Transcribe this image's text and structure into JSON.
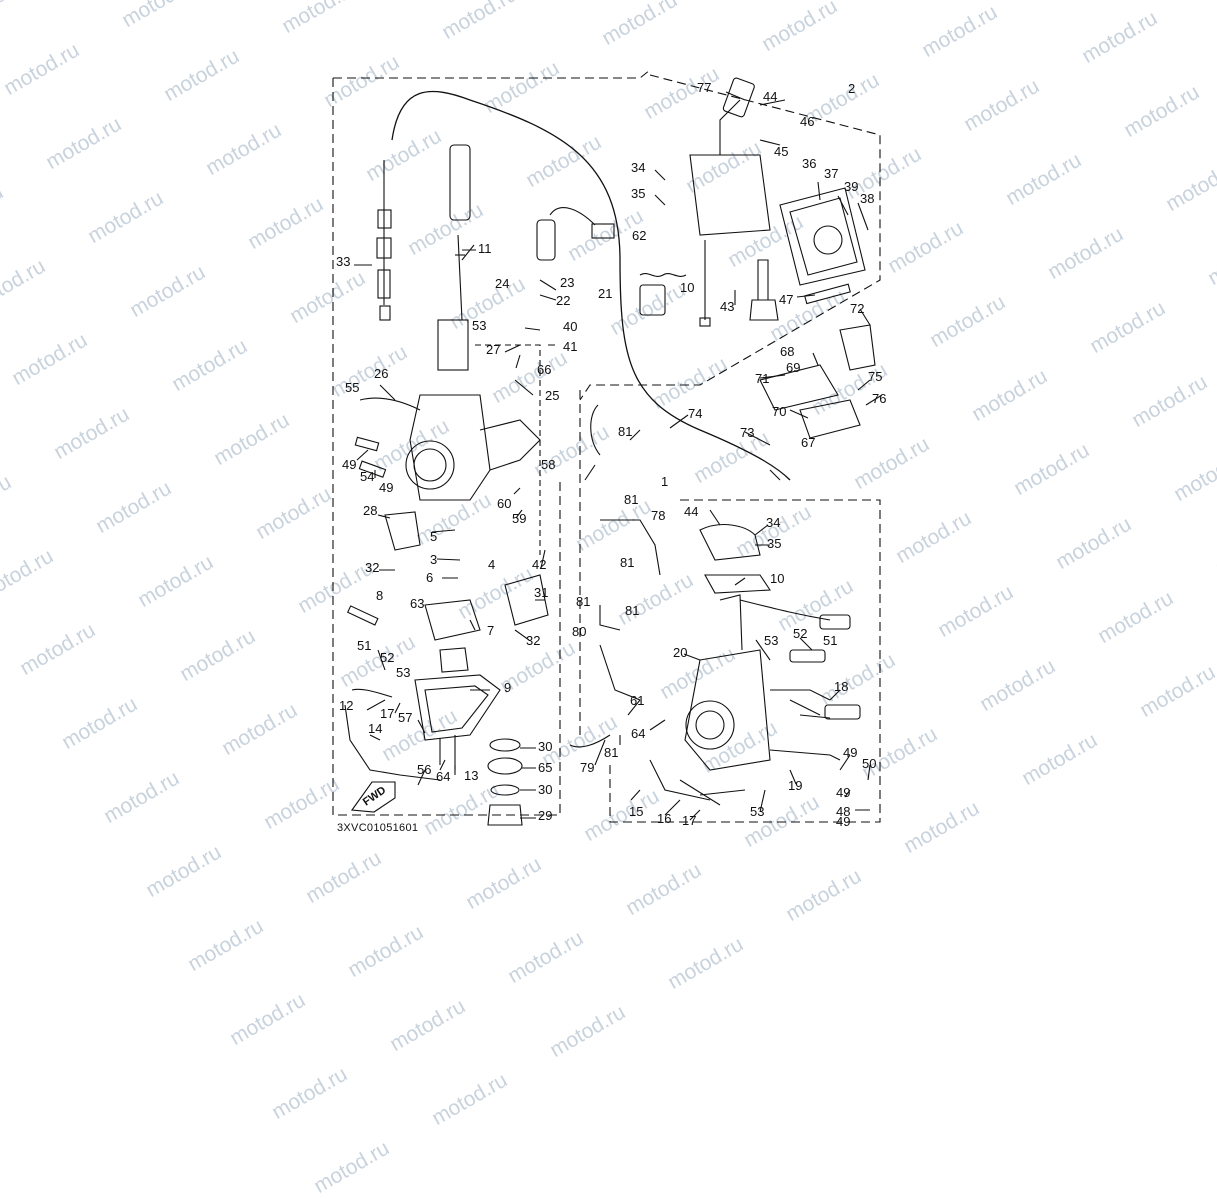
{
  "watermark": {
    "text": "motod.ru",
    "color": "#c9d3dd"
  },
  "diagram": {
    "code": "3XVC01051601",
    "fwd_label": "FWD",
    "callouts": [
      {
        "label": "77"
      },
      {
        "label": "44"
      },
      {
        "label": "2"
      },
      {
        "label": "46"
      },
      {
        "label": "45"
      },
      {
        "label": "34"
      },
      {
        "label": "36"
      },
      {
        "label": "37"
      },
      {
        "label": "39"
      },
      {
        "label": "35"
      },
      {
        "label": "38"
      },
      {
        "label": "11"
      },
      {
        "label": "62"
      },
      {
        "label": "33"
      },
      {
        "label": "23"
      },
      {
        "label": "22"
      },
      {
        "label": "21"
      },
      {
        "label": "24"
      },
      {
        "label": "10"
      },
      {
        "label": "43"
      },
      {
        "label": "47"
      },
      {
        "label": "72"
      },
      {
        "label": "53"
      },
      {
        "label": "40"
      },
      {
        "label": "27"
      },
      {
        "label": "41"
      },
      {
        "label": "68"
      },
      {
        "label": "69"
      },
      {
        "label": "66"
      },
      {
        "label": "71"
      },
      {
        "label": "75"
      },
      {
        "label": "26"
      },
      {
        "label": "25"
      },
      {
        "label": "55"
      },
      {
        "label": "76"
      },
      {
        "label": "70"
      },
      {
        "label": "74"
      },
      {
        "label": "73"
      },
      {
        "label": "81"
      },
      {
        "label": "49"
      },
      {
        "label": "54"
      },
      {
        "label": "67"
      },
      {
        "label": "58"
      },
      {
        "label": "49"
      },
      {
        "label": "1"
      },
      {
        "label": "60"
      },
      {
        "label": "81"
      },
      {
        "label": "59"
      },
      {
        "label": "28"
      },
      {
        "label": "78"
      },
      {
        "label": "44"
      },
      {
        "label": "34"
      },
      {
        "label": "5"
      },
      {
        "label": "35"
      },
      {
        "label": "42"
      },
      {
        "label": "3"
      },
      {
        "label": "4"
      },
      {
        "label": "81"
      },
      {
        "label": "32"
      },
      {
        "label": "10"
      },
      {
        "label": "6"
      },
      {
        "label": "31"
      },
      {
        "label": "8"
      },
      {
        "label": "63"
      },
      {
        "label": "81"
      },
      {
        "label": "81"
      },
      {
        "label": "7"
      },
      {
        "label": "80"
      },
      {
        "label": "32"
      },
      {
        "label": "53"
      },
      {
        "label": "52"
      },
      {
        "label": "51"
      },
      {
        "label": "51"
      },
      {
        "label": "20"
      },
      {
        "label": "52"
      },
      {
        "label": "53"
      },
      {
        "label": "18"
      },
      {
        "label": "9"
      },
      {
        "label": "61"
      },
      {
        "label": "12"
      },
      {
        "label": "17"
      },
      {
        "label": "57"
      },
      {
        "label": "14"
      },
      {
        "label": "64"
      },
      {
        "label": "30"
      },
      {
        "label": "81"
      },
      {
        "label": "49"
      },
      {
        "label": "50"
      },
      {
        "label": "56"
      },
      {
        "label": "65"
      },
      {
        "label": "79"
      },
      {
        "label": "64"
      },
      {
        "label": "13"
      },
      {
        "label": "19"
      },
      {
        "label": "49"
      },
      {
        "label": "30"
      },
      {
        "label": "53"
      },
      {
        "label": "48"
      },
      {
        "label": "15"
      },
      {
        "label": "16"
      },
      {
        "label": "17"
      },
      {
        "label": "29"
      },
      {
        "label": "49"
      }
    ]
  }
}
